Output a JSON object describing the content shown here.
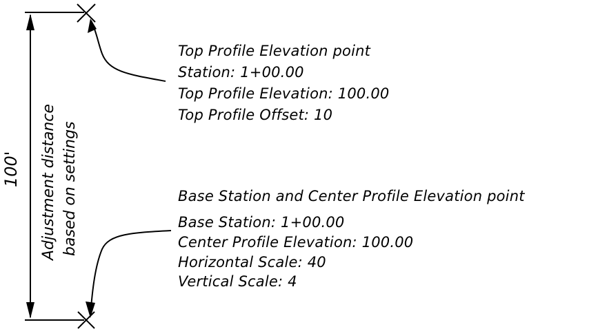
{
  "dimension": {
    "value_label": "100'",
    "side_label_lines": [
      "Adjustment distance",
      "based on settings"
    ]
  },
  "top_point": {
    "lines": [
      "Top Profile Elevation point",
      "Station: 1+00.00",
      "Top Profile Elevation: 100.00",
      "Top Profile Offset: 10"
    ]
  },
  "base_point": {
    "lines": [
      "Base Station and Center Profile Elevation point",
      "Base Station: 1+00.00",
      "Center Profile Elevation: 100.00",
      "Horizontal Scale: 40",
      "Vertical Scale: 4"
    ]
  },
  "colors": {
    "ink": "#000000",
    "background": "#ffffff"
  }
}
